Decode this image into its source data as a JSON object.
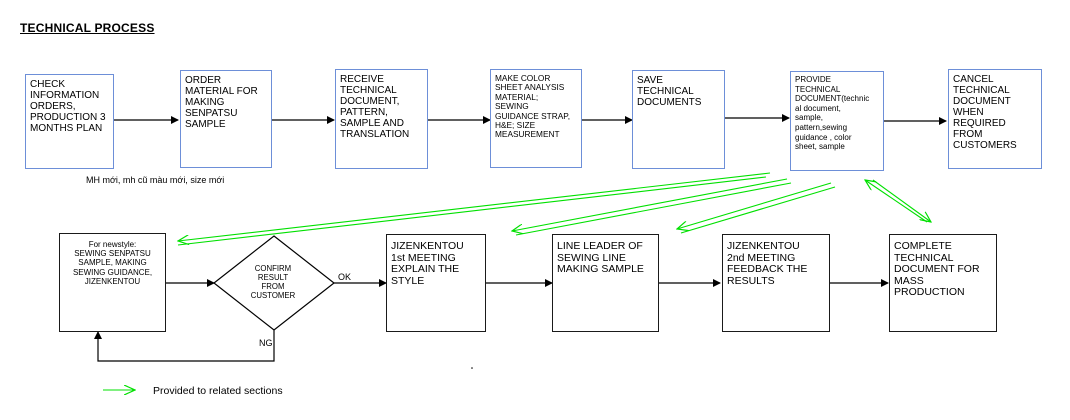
{
  "title": "TECHNICAL PROCESS",
  "top_row": [
    {
      "id": "check",
      "text": "CHECK\nINFORMATION\nORDERS,\nPRODUCTION 3\nMONTHS PLAN"
    },
    {
      "id": "order",
      "text": " ORDER\nMATERIAL FOR\nMAKING\nSENPATSU\nSAMPLE"
    },
    {
      "id": "receive",
      "text": "RECEIVE\nTECHNICAL\nDOCUMENT,\nPATTERN,\nSAMPLE AND\nTRANSLATION"
    },
    {
      "id": "make_color",
      "text": "MAKE COLOR\nSHEET ANALYSIS\nMATERIAL;\nSEWING\nGUIDANCE STRAP,\nH&E;  SIZE\nMEASUREMENT"
    },
    {
      "id": "save",
      "text": "SAVE\nTECHNICAL\nDOCUMENTS"
    },
    {
      "id": "provide",
      "text": "PROVIDE\nTECHNICAL\nDOCUMENT(technic\nal document,\nsample,\npattern,sewing\nguidance , color\nsheet, sample"
    },
    {
      "id": "cancel",
      "text": "CANCEL\nTECHNICAL\nDOCUMENT\nWHEN\nREQUIRED\nFROM\nCUSTOMERS"
    }
  ],
  "top_note": "MH mới, mh cũ màu mới, size mới",
  "bottom_row": [
    {
      "id": "newstyle",
      "text": "For newstyle:\nSEWING SENPATSU\nSAMPLE, MAKING\nSEWING GUIDANCE,\nJIZENKENTOU"
    },
    {
      "id": "confirm",
      "text": "CONFIRM\nRESULT\nFROM\nCUSTOMER"
    },
    {
      "id": "jizen1",
      "text": "JIZENKENTOU\n1st MEETING\nEXPLAIN THE\nSTYLE"
    },
    {
      "id": "line_leader",
      "text": "LINE LEADER OF\nSEWING LINE\nMAKING SAMPLE"
    },
    {
      "id": "jizen2",
      "text": "JIZENKENTOU\n2nd MEETING\nFEEDBACK THE\nRESULTS"
    },
    {
      "id": "complete",
      "text": "COMPLETE\nTECHNICAL\nDOCUMENT FOR\nMASS\nPRODUCTION"
    }
  ],
  "ok_label": "OK",
  "ng_label": "NG",
  "legend": {
    "text": "Provided to related sections",
    "color": "#00e000"
  },
  "colors": {
    "top_box_border": "#6d8fd8",
    "arrow": "#000000",
    "green": "#00e000"
  }
}
